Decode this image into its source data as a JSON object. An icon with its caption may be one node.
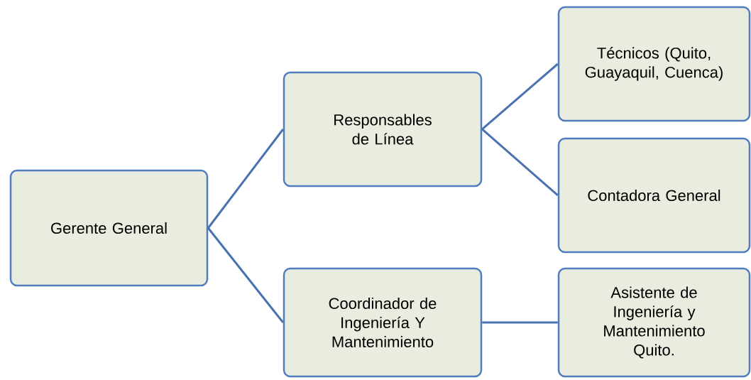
{
  "diagram": {
    "nodes": [
      {
        "text": [
          "Gerente General"
        ]
      },
      {
        "text": [
          "Responsables de Línea"
        ]
      },
      {
        "text": [
          "Coordinador de Ingeniería Y Mantenimiento"
        ]
      },
      {
        "text": [
          "Técnicos (Quito, Guayaquil, Cuenca)"
        ]
      },
      {
        "text": [
          "Contadora General"
        ]
      },
      {
        "text": [
          "Asistente de Ingeniería y Mantenimiento Quito."
        ]
      }
    ],
    "edges": [
      {
        "from": 0,
        "to": 1,
        "arrow": "none"
      },
      {
        "from": 0,
        "to": 2,
        "arrow": "none"
      },
      {
        "from": 1,
        "to": 3,
        "arrow": "none"
      },
      {
        "from": 1,
        "to": 4,
        "arrow": "none"
      },
      {
        "from": 2,
        "to": 5,
        "arrow": "none"
      }
    ]
  }
}
